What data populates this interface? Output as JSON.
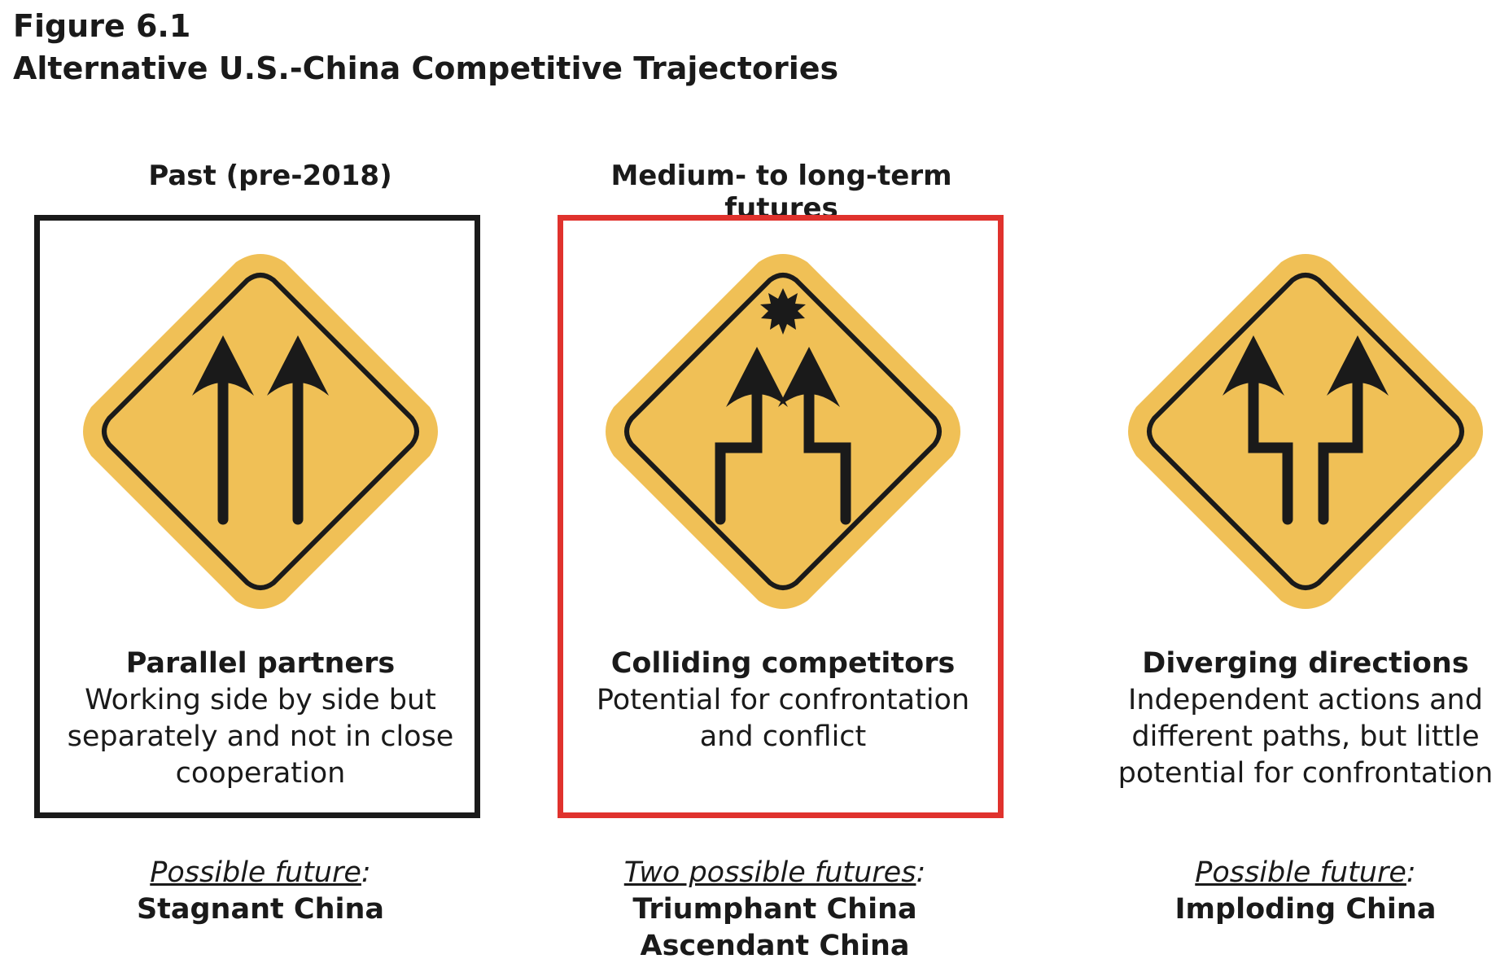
{
  "figure": {
    "number": "Figure 6.1",
    "title": "Alternative U.S.-China Competitive Trajectories"
  },
  "headers": {
    "past": "Past (pre-2018)",
    "future": "Medium- to long-term futures"
  },
  "colors": {
    "sign_fill": "#f0c056",
    "sign_line": "#1a1a1a",
    "past_frame": "#1a1a1a",
    "future_frame": "#e0322d"
  },
  "panels": [
    {
      "icon": "parallel-arrows-sign",
      "title": "Parallel partners",
      "desc_lines": [
        "Working side by side but",
        "separately and not in close",
        "cooperation"
      ],
      "future_label": "Possible future",
      "futures": [
        "Stagnant China"
      ]
    },
    {
      "icon": "colliding-arrows-sign",
      "title": "Colliding competitors",
      "desc_lines": [
        "Potential for confrontation",
        "and conflict"
      ],
      "future_label": "Two possible futures",
      "futures": [
        "Triumphant China",
        "Ascendant China"
      ]
    },
    {
      "icon": "diverging-arrows-sign",
      "title": "Diverging directions",
      "desc_lines": [
        "Independent actions and",
        "different paths, but little",
        "potential for confrontation"
      ],
      "future_label": "Possible future",
      "futures": [
        "Imploding China"
      ]
    }
  ]
}
